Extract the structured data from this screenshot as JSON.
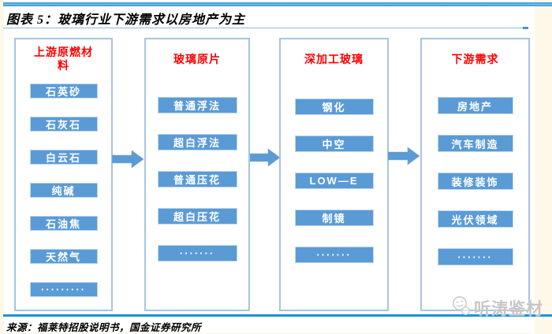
{
  "figure": {
    "title": "图表 5：玻璃行业下游需求以房地产为主",
    "source": "来源：福莱特招股说明书，国金证券研究所",
    "watermark": "听涛鉴材"
  },
  "colors": {
    "box_blue": "#5B9BD5",
    "header_red": "#FF0000",
    "rule_blue": "#2E9BD8",
    "column_border": "#A8C3E2",
    "watermark_gray": "#C6C6C6",
    "page_cream": "#FDF8E8"
  },
  "columns": [
    {
      "header": "上游原燃材料",
      "items": [
        "石英砂",
        "石灰石",
        "白云石",
        "纯碱",
        "石油焦",
        "天然气",
        "·········"
      ]
    },
    {
      "header": "玻璃原片",
      "items": [
        "普通浮法",
        "超白浮法",
        "普通压花",
        "超白压花",
        "·······"
      ]
    },
    {
      "header": "深加工玻璃",
      "items": [
        "钢化",
        "中空",
        "LOW—E",
        "制镜",
        "·······"
      ]
    },
    {
      "header": "下游需求",
      "items": [
        "房地产",
        "汽车制造",
        "装修装饰",
        "光伏领域",
        "·······"
      ]
    }
  ]
}
